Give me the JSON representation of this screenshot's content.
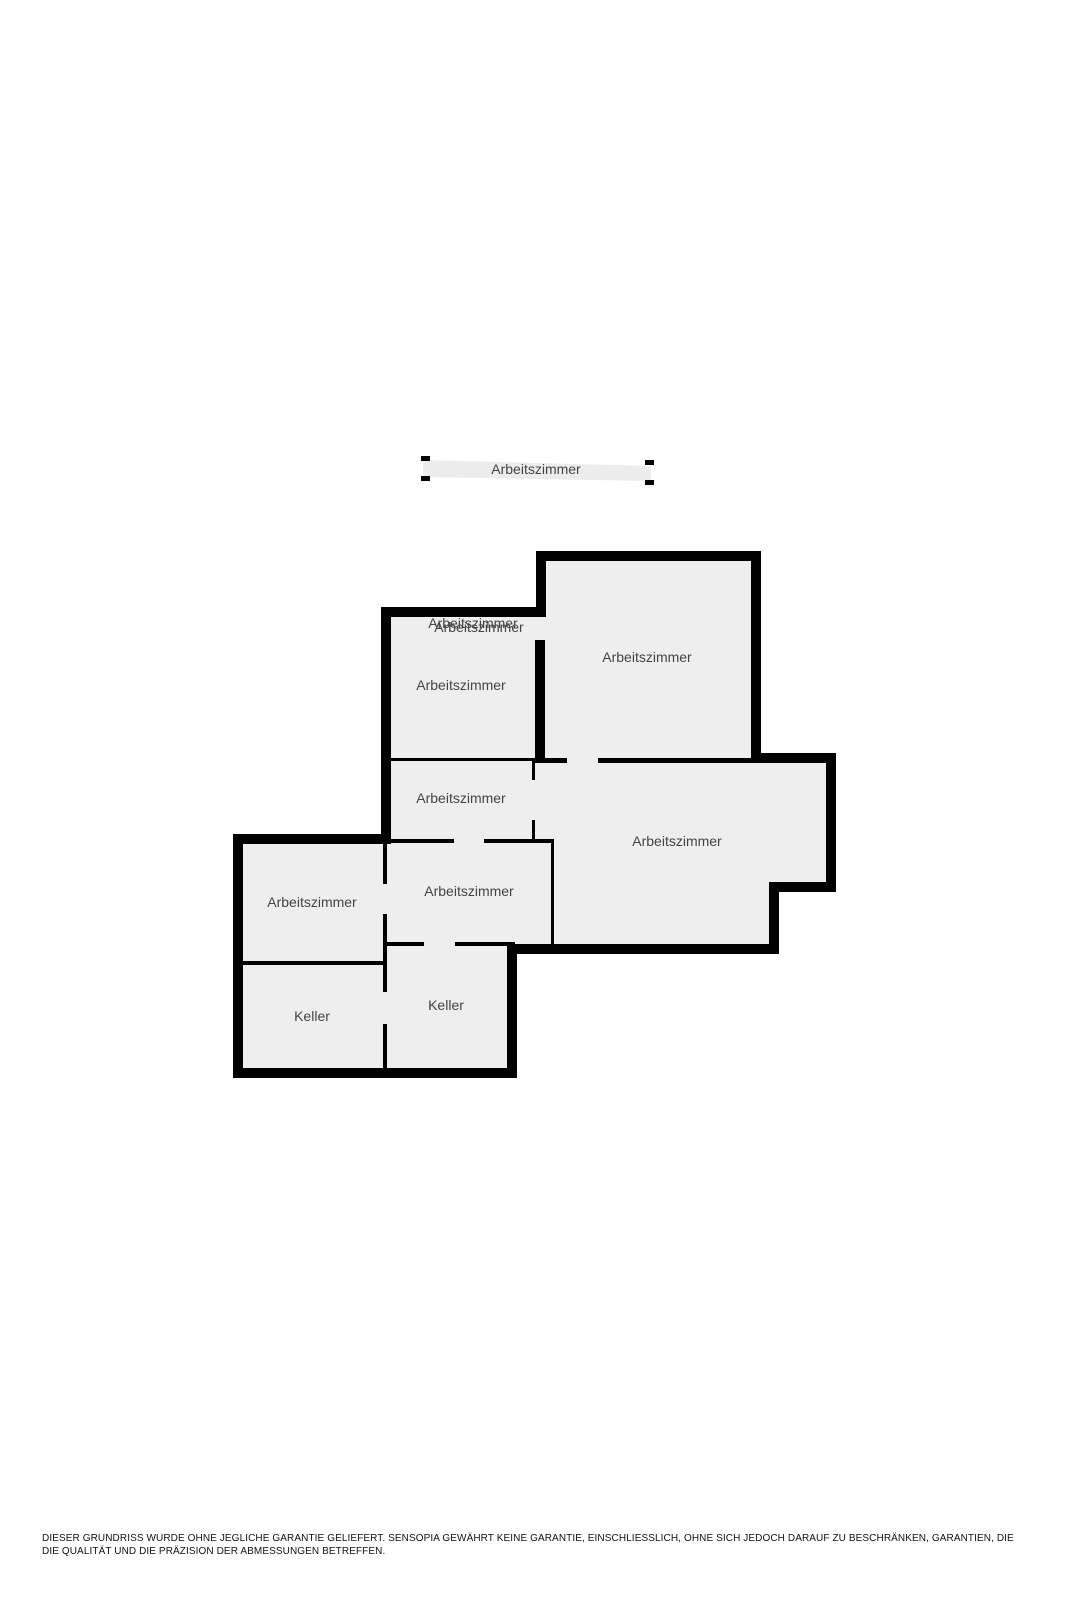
{
  "colors": {
    "wall": "#000000",
    "floor": "#eeeeee",
    "label": "#444444",
    "background": "#ffffff"
  },
  "rooms": {
    "balcony": "Arbeitszimmer",
    "upper_left_top": "Arbeitszimmer",
    "upper_left_top_overlap": "Arbeitszimmer",
    "upper_left": "Arbeitszimmer",
    "upper_right": "Arbeitszimmer",
    "hall": "Arbeitszimmer",
    "large_right": "Arbeitszimmer",
    "left_mid": "Arbeitszimmer",
    "center_mid": "Arbeitszimmer",
    "keller_left": "Keller",
    "keller_right": "Keller"
  },
  "disclaimer": "DIESER GRUNDRISS WURDE OHNE JEGLICHE GARANTIE GELIEFERT. SENSOPIA GEWÄHRT KEINE GARANTIE, EINSCHLIESSLICH, OHNE SICH JEDOCH DARAUF ZU BESCHRÄNKEN, GARANTIEN, DIE DIE QUALITÄT UND DIE PRÄZISION DER ABMESSUNGEN BETREFFEN."
}
